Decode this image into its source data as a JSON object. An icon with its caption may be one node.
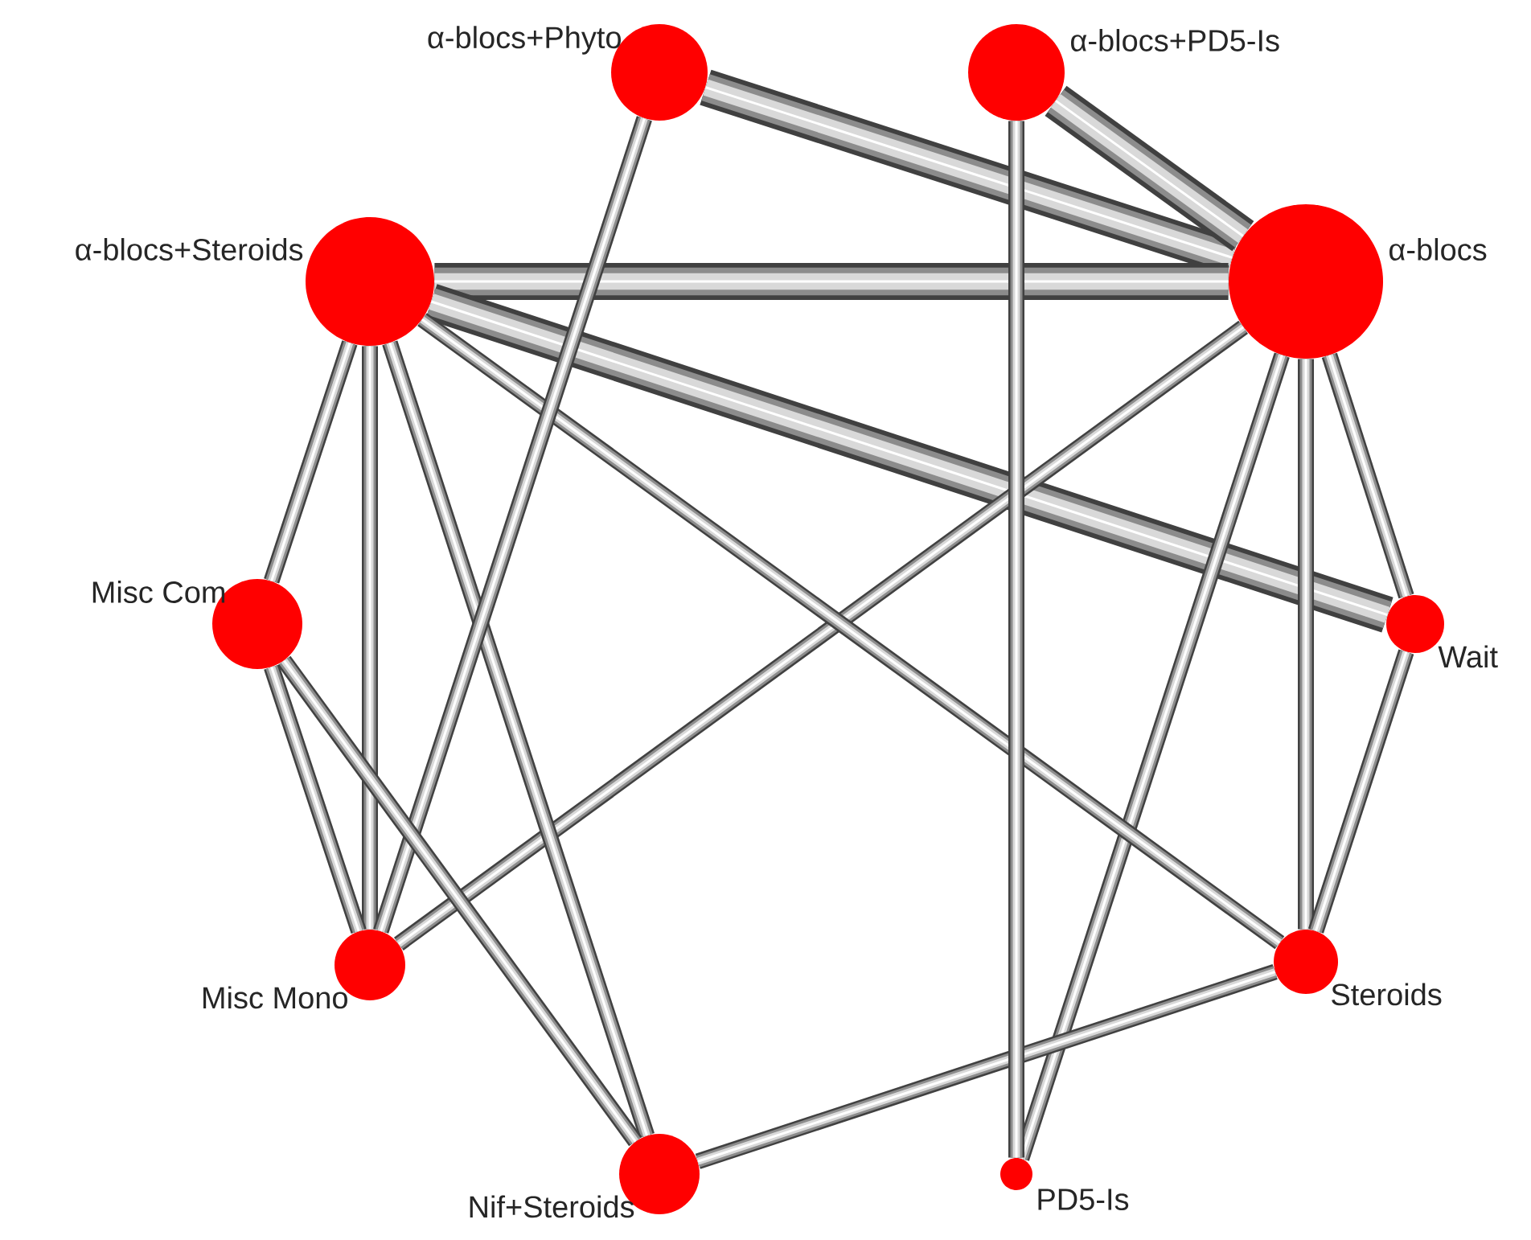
{
  "diagram": {
    "nodes": [
      {
        "text": [
          "α-blocs+Phyto"
        ]
      },
      {
        "text": [
          "α-blocs+PD5-Is"
        ]
      },
      {
        "text": [
          "α-blocs+Steroids"
        ]
      },
      {
        "text": [
          "α-blocs"
        ]
      },
      {
        "text": [
          "Misc Com"
        ]
      },
      {
        "text": [
          "Wait"
        ]
      },
      {
        "text": [
          "Misc Mono"
        ]
      },
      {
        "text": [
          "Steroids"
        ]
      },
      {
        "text": [
          "Nif+Steroids"
        ]
      },
      {
        "text": [
          "PD5-Is"
        ]
      }
    ],
    "edges": [
      {
        "from": 3,
        "to": 0,
        "arrow": "none",
        "style": "thick"
      },
      {
        "from": 3,
        "to": 1,
        "arrow": "none",
        "style": "thick"
      },
      {
        "from": 2,
        "to": 3,
        "arrow": "none",
        "style": "thick"
      },
      {
        "from": 2,
        "to": 5,
        "arrow": "none",
        "style": "thick"
      },
      {
        "from": 3,
        "to": 6,
        "arrow": "none"
      },
      {
        "from": 3,
        "to": 9,
        "arrow": "none"
      },
      {
        "from": 3,
        "to": 7,
        "arrow": "none"
      },
      {
        "from": 3,
        "to": 5,
        "arrow": "none"
      },
      {
        "from": 2,
        "to": 7,
        "arrow": "none"
      },
      {
        "from": 2,
        "to": 4,
        "arrow": "none"
      },
      {
        "from": 2,
        "to": 6,
        "arrow": "none"
      },
      {
        "from": 2,
        "to": 8,
        "arrow": "none"
      },
      {
        "from": 0,
        "to": 6,
        "arrow": "none"
      },
      {
        "from": 4,
        "to": 6,
        "arrow": "none"
      },
      {
        "from": 4,
        "to": 8,
        "arrow": "none"
      },
      {
        "from": 8,
        "to": 7,
        "arrow": "none"
      },
      {
        "from": 5,
        "to": 7,
        "arrow": "none"
      },
      {
        "from": 1,
        "to": 9,
        "arrow": "none"
      }
    ]
  }
}
